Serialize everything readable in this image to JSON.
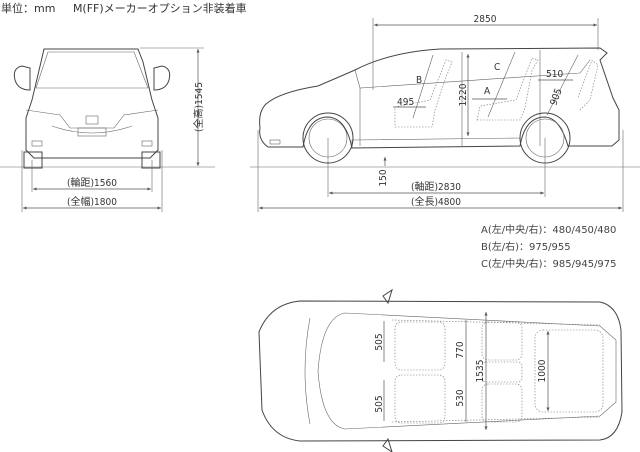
{
  "header": {
    "unit": "単位：mm",
    "note": "M(FF)メーカーオプション非装着車"
  },
  "front_view": {
    "height_label": "(全高)1545",
    "tread_label": "(輪距)1560",
    "width_label": "(全幅)1800"
  },
  "side_view": {
    "interior_length": "2850",
    "wheelbase_label": "(軸距)2830",
    "length_label": "(全長)4800",
    "ground_clearance": "150",
    "interior_height": "1220",
    "dim_495": "495",
    "dim_510": "510",
    "dim_905": "905",
    "label_a": "A",
    "label_b": "B",
    "label_c": "C"
  },
  "top_view": {
    "front_seat_left": "505",
    "front_seat_right": "505",
    "dim_770": "770",
    "dim_530": "530",
    "interior_width": "1535",
    "dim_1000": "1000"
  },
  "legend": [
    "A(左/中央/右)：480/450/480",
    "B(左/右)：975/955",
    "C(左/中央/右)：985/945/975"
  ]
}
